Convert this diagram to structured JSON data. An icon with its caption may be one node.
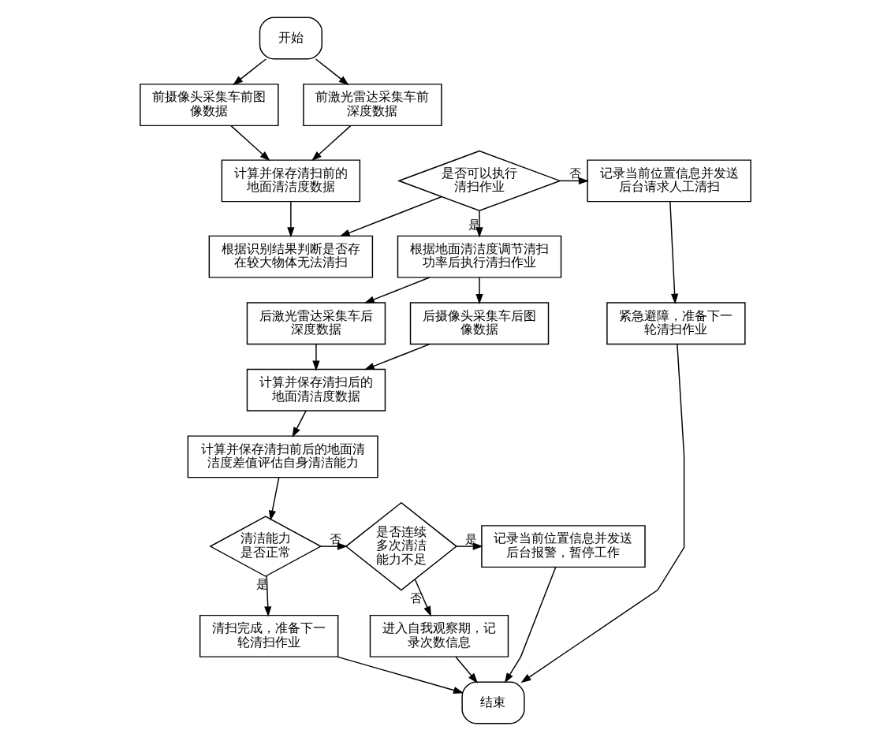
{
  "diagram": {
    "nodes": [
      {
        "text": [
          "开始"
        ]
      },
      {
        "text": [
          "前摄像头采集车前图像数据"
        ]
      },
      {
        "text": [
          "前激光雷达采集车前深度数据"
        ]
      },
      {
        "text": [
          "计算并保存清扫前的地面清洁度数据"
        ]
      },
      {
        "text": [
          "根据识别结果判断是否存在较大物体无法清扫"
        ]
      },
      {
        "text": [
          "是否可以执行清扫作业"
        ]
      },
      {
        "text": [
          "记录当前位置信息并发送后台请求人工清扫"
        ]
      },
      {
        "text": [
          "根据地面清洁度调节清扫功率后执行清扫作业"
        ]
      },
      {
        "text": [
          "紧急避障，准备下一轮清扫作业"
        ]
      },
      {
        "text": [
          "后摄像头采集车后图像数据"
        ]
      },
      {
        "text": [
          "后激光雷达采集车后深度数据"
        ]
      },
      {
        "text": [
          "计算并保存清扫后的地面清洁度数据"
        ]
      },
      {
        "text": [
          "计算并保存清扫前后的地面清洁度差值评估自身清洁能力"
        ]
      },
      {
        "text": [
          "清洁能力是否正常"
        ]
      },
      {
        "text": [
          "是否连续多次清洁能力不足"
        ]
      },
      {
        "text": [
          "记录当前位置信息并发送后台报警，暂停工作"
        ]
      },
      {
        "text": [
          "清扫完成，准备下一轮清扫作业"
        ]
      },
      {
        "text": [
          "进入自我观察期，记录次数信息"
        ]
      },
      {
        "text": [
          "结束"
        ]
      }
    ],
    "edges": [
      {
        "from": 0,
        "to": 1,
        "arrow": "to"
      },
      {
        "from": 0,
        "to": 2,
        "arrow": "to"
      },
      {
        "from": 1,
        "to": 3,
        "arrow": "to"
      },
      {
        "from": 2,
        "to": 3,
        "arrow": "to"
      },
      {
        "from": 3,
        "to": 4,
        "arrow": "to"
      },
      {
        "from": 5,
        "to": 4,
        "arrow": "to"
      },
      {
        "from": 5,
        "to": 6,
        "label": "否",
        "arrow": "to"
      },
      {
        "from": 5,
        "to": 7,
        "label": "是",
        "arrow": "to"
      },
      {
        "from": 6,
        "to": 8,
        "arrow": "to"
      },
      {
        "from": 7,
        "to": 9,
        "arrow": "to"
      },
      {
        "from": 7,
        "to": 10,
        "arrow": "to"
      },
      {
        "from": 9,
        "to": 11,
        "arrow": "to"
      },
      {
        "from": 10,
        "to": 11,
        "arrow": "to"
      },
      {
        "from": 11,
        "to": 12,
        "arrow": "to"
      },
      {
        "from": 12,
        "to": 13,
        "arrow": "to"
      },
      {
        "from": 13,
        "to": 14,
        "label": "否",
        "arrow": "to"
      },
      {
        "from": 13,
        "to": 16,
        "label": "是",
        "arrow": "to"
      },
      {
        "from": 14,
        "to": 15,
        "label": "是",
        "arrow": "to"
      },
      {
        "from": 14,
        "to": 17,
        "label": "否",
        "arrow": "to"
      },
      {
        "from": 16,
        "to": 18,
        "arrow": "to"
      },
      {
        "from": 17,
        "to": 18,
        "arrow": "to"
      },
      {
        "from": 15,
        "to": 18,
        "arrow": "to"
      },
      {
        "from": 8,
        "to": 18,
        "arrow": "to"
      }
    ]
  }
}
